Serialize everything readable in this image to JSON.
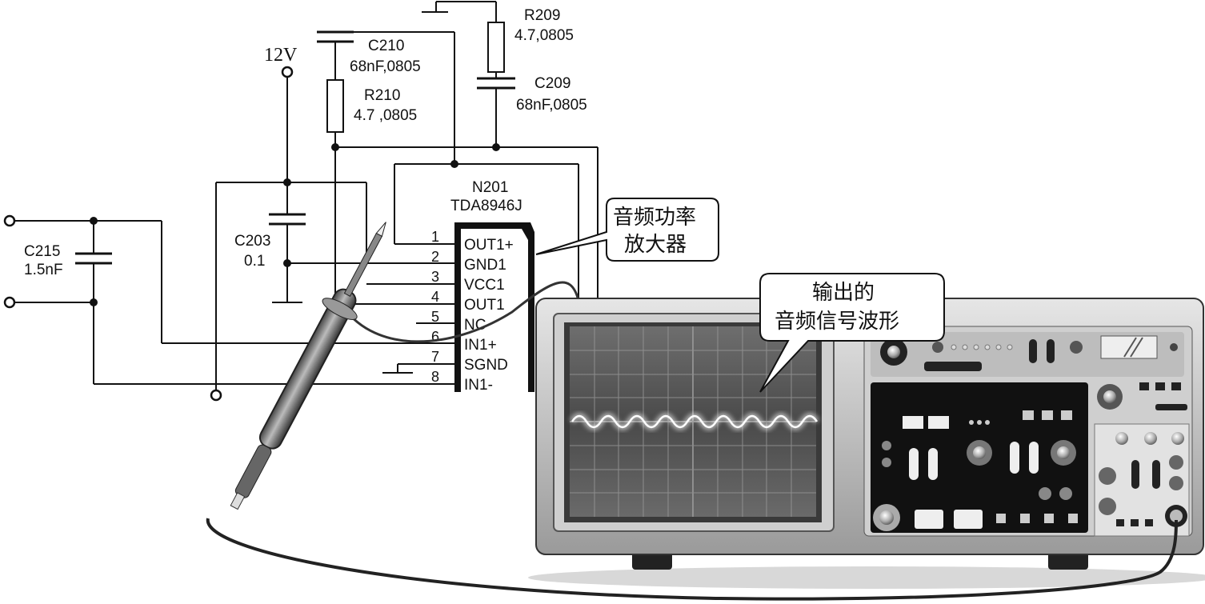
{
  "supply": {
    "label": "12V"
  },
  "components": {
    "r209": {
      "name": "R209",
      "value": "4.7,0805"
    },
    "c209": {
      "name": "C209",
      "value": "68nF,0805"
    },
    "c210": {
      "name": "C210",
      "value": "68nF,0805"
    },
    "r210": {
      "name": "R210",
      "value": "4.7 ,0805"
    },
    "c203": {
      "name": "C203",
      "value": "0.1"
    },
    "c215": {
      "name": "C215",
      "value": "1.5nF"
    }
  },
  "ic": {
    "name": "N201",
    "part": "TDA8946J",
    "pins": [
      {
        "num": "1",
        "name": "OUT1+"
      },
      {
        "num": "2",
        "name": "GND1"
      },
      {
        "num": "3",
        "name": "VCC1"
      },
      {
        "num": "4",
        "name": "OUT1"
      },
      {
        "num": "5",
        "name": "NC"
      },
      {
        "num": "6",
        "name": "IN1+"
      },
      {
        "num": "7",
        "name": "SGND"
      },
      {
        "num": "8",
        "name": "IN1-"
      }
    ]
  },
  "callouts": {
    "amp_line1": "音频功率",
    "amp_line2": "放大器",
    "wave_line1": "输出的",
    "wave_line2": "音频信号波形"
  }
}
